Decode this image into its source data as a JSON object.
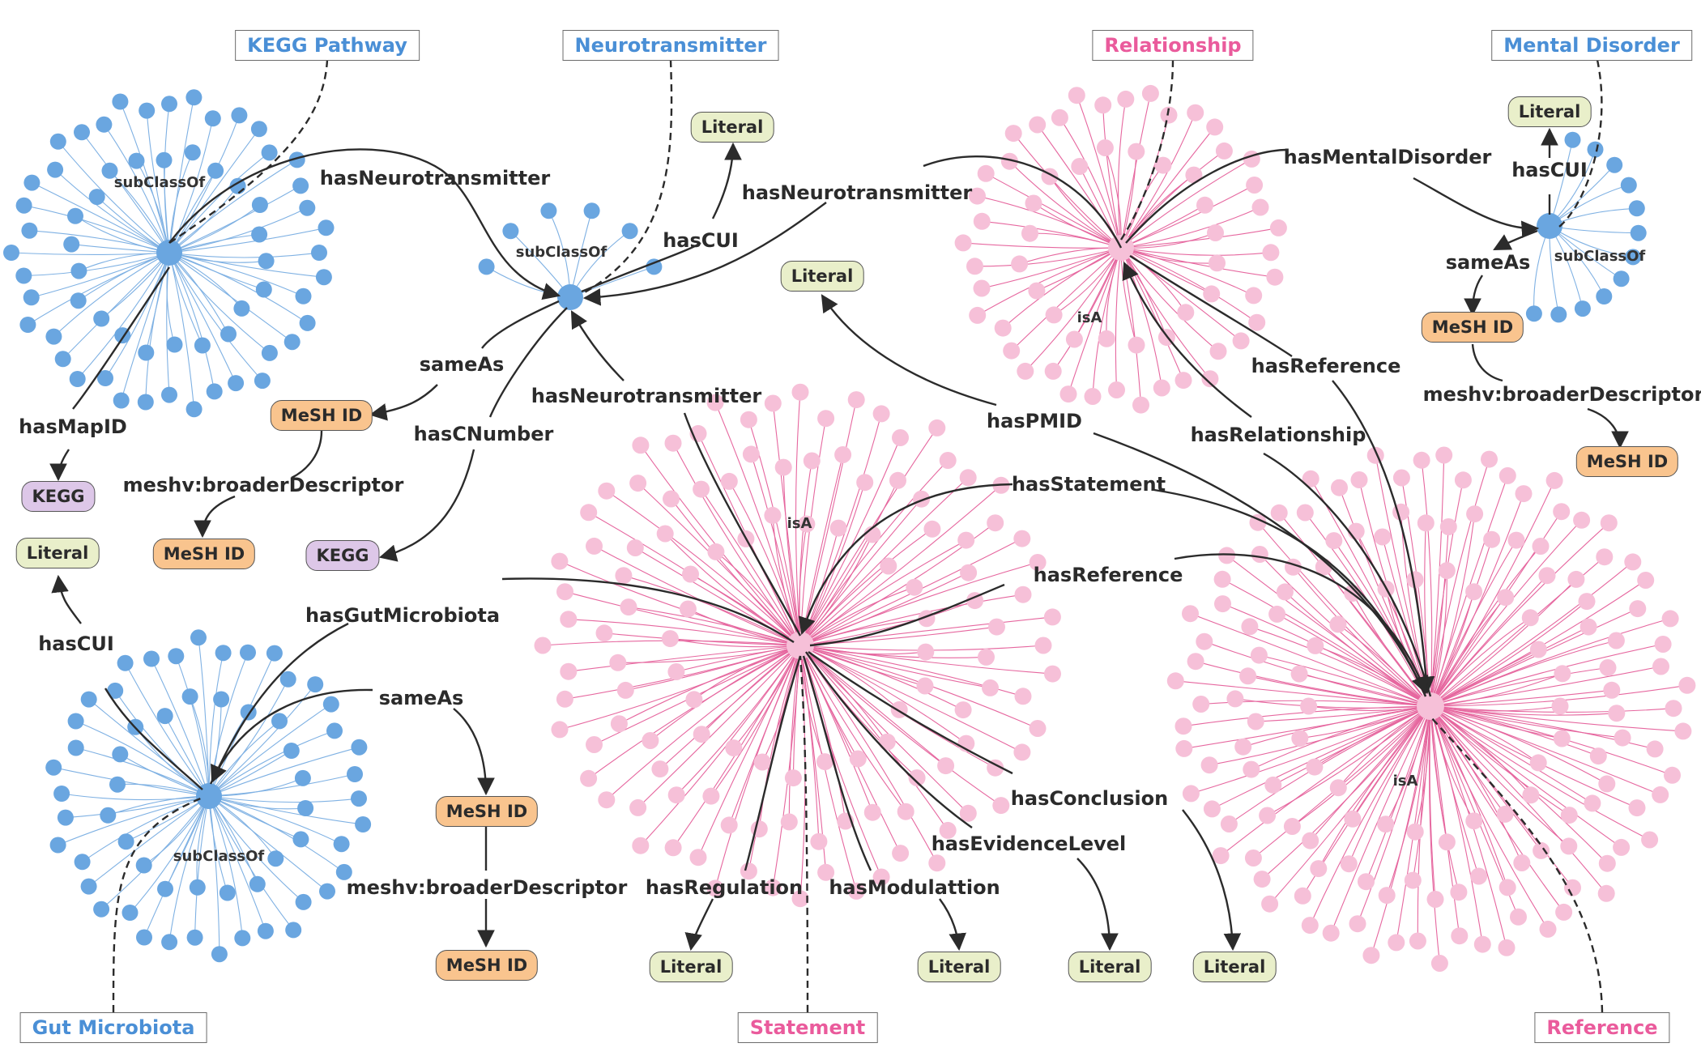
{
  "colors": {
    "blue_node": "#6aa6e0",
    "blue_edge": "#7fb1e3",
    "pink_node": "#f6c0d8",
    "pink_edge": "#e6679f",
    "relation_edge": "#2b2b2b",
    "literal_fill": "#e9efca",
    "mesh_fill": "#f9c48e",
    "kegg_fill": "#ddc7e8",
    "class_blue_text": "#4a8fd6",
    "class_pink_text": "#ea5b9c"
  },
  "classes": {
    "kegg_pathway": "KEGG Pathway",
    "neurotransmitter": "Neurotransmitter",
    "relationship": "Relationship",
    "mental_disorder": "Mental Disorder",
    "gut_microbiota": "Gut Microbiota",
    "statement": "Statement",
    "reference": "Reference"
  },
  "hub_labels": {
    "kegg_pathway": "subClassOf",
    "neurotransmitter": "subClassOf",
    "mental_disorder": "subClassOf",
    "gut_microbiota": "subClassOf",
    "relationship": "isA",
    "statement": "isA",
    "reference": "isA"
  },
  "value_nodes": {
    "literal": "Literal",
    "mesh_id": "MeSH ID",
    "kegg": "KEGG"
  },
  "relations": {
    "kegg_has_neurotransmitter": "hasNeurotransmitter",
    "kegg_has_map_id": "hasMapID",
    "nt_same_as": "sameAs",
    "nt_has_cui": "hasCUI",
    "nt_has_cnumber": "hasCNumber",
    "nt_broader": "meshv:broaderDescriptor",
    "rel_has_neurotransmitter": "hasNeurotransmitter",
    "stmt_has_neurotransmitter": "hasNeurotransmitter",
    "rel_has_mental_disorder": "hasMentalDisorder",
    "md_has_cui": "hasCUI",
    "md_same_as": "sameAs",
    "md_broader": "meshv:broaderDescriptor",
    "rel_has_reference": "hasReference",
    "ref_has_relationship": "hasRelationship",
    "ref_has_pmid": "hasPMID",
    "ref_has_statement": "hasStatement",
    "stmt_has_reference": "hasReference",
    "gm_has_cui": "hasCUI",
    "stmt_has_gut_microbiota": "hasGutMicrobiota",
    "gm_same_as": "sameAs",
    "gm_broader": "meshv:broaderDescriptor",
    "stmt_has_regulation": "hasRegulation",
    "stmt_has_modulation": "hasModulattion",
    "stmt_has_evidence_level": "hasEvidenceLevel",
    "stmt_has_conclusion": "hasConclusion"
  }
}
